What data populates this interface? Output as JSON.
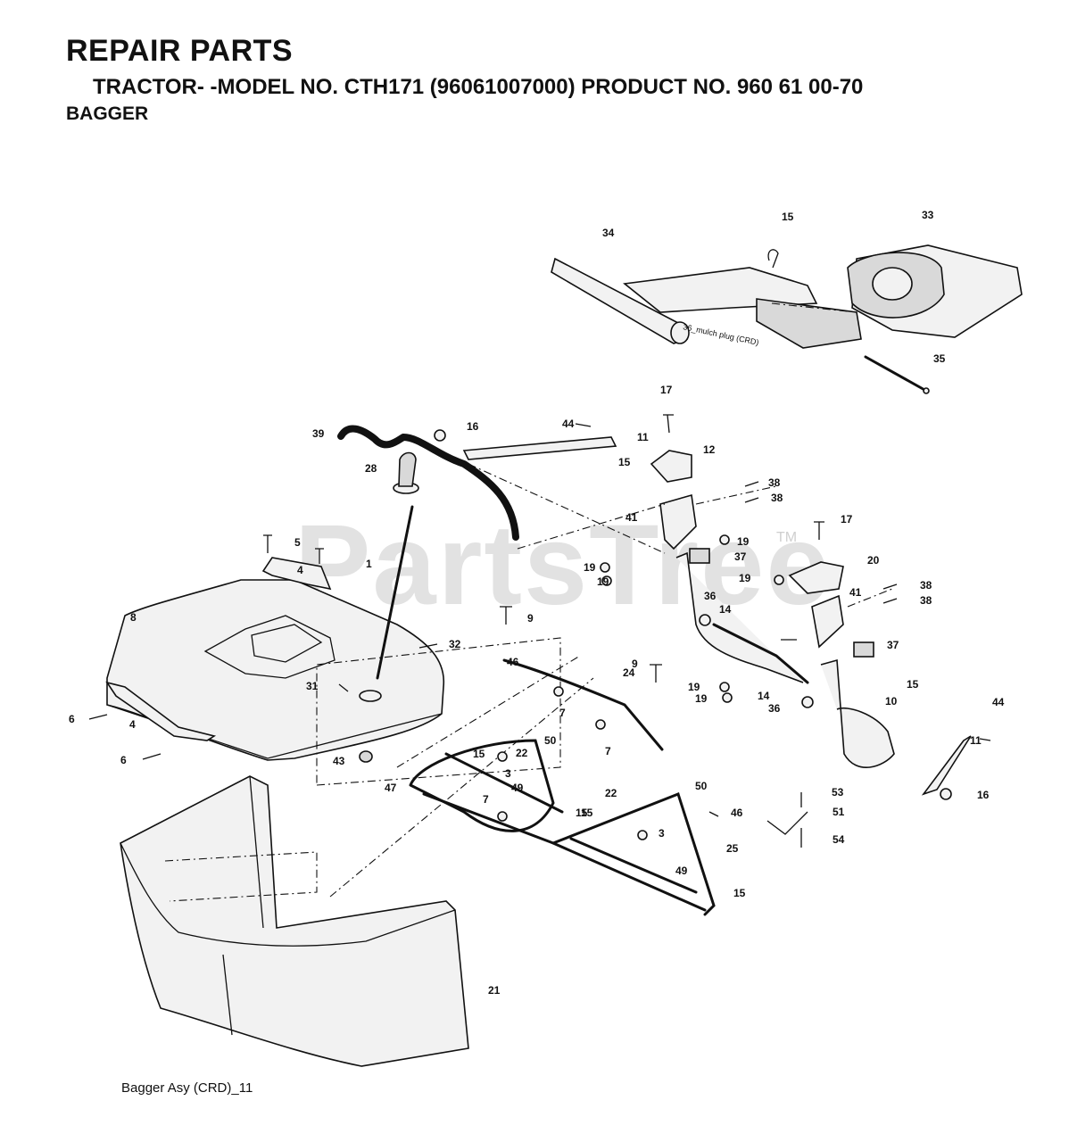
{
  "header": {
    "title": "REPAIR PARTS",
    "subtitle": "TRACTOR- -MODEL NO. CTH171 (96061007000) PRODUCT NO. 960 61 00-70",
    "section": "BAGGER"
  },
  "watermark": {
    "text": "PartsTree",
    "tm": "TM"
  },
  "caption": "Bagger Asy (CRD)_11",
  "mulch_note": "36_mulch plug (CRD)",
  "callouts": [
    "1",
    "3",
    "3",
    "4",
    "4",
    "5",
    "6",
    "6",
    "7",
    "7",
    "7",
    "8",
    "9",
    "9",
    "10",
    "11",
    "11",
    "12",
    "14",
    "14",
    "15",
    "15",
    "15",
    "15",
    "15",
    "15",
    "15",
    "16",
    "16",
    "17",
    "17",
    "19",
    "19",
    "19",
    "19",
    "19",
    "19",
    "20",
    "21",
    "22",
    "22",
    "24",
    "25",
    "28",
    "31",
    "32",
    "33",
    "34",
    "35",
    "36",
    "36",
    "37",
    "37",
    "38",
    "38",
    "38",
    "38",
    "39",
    "41",
    "41",
    "43",
    "44",
    "44",
    "46",
    "46",
    "47",
    "49",
    "49",
    "50",
    "50",
    "51",
    "53",
    "54"
  ]
}
